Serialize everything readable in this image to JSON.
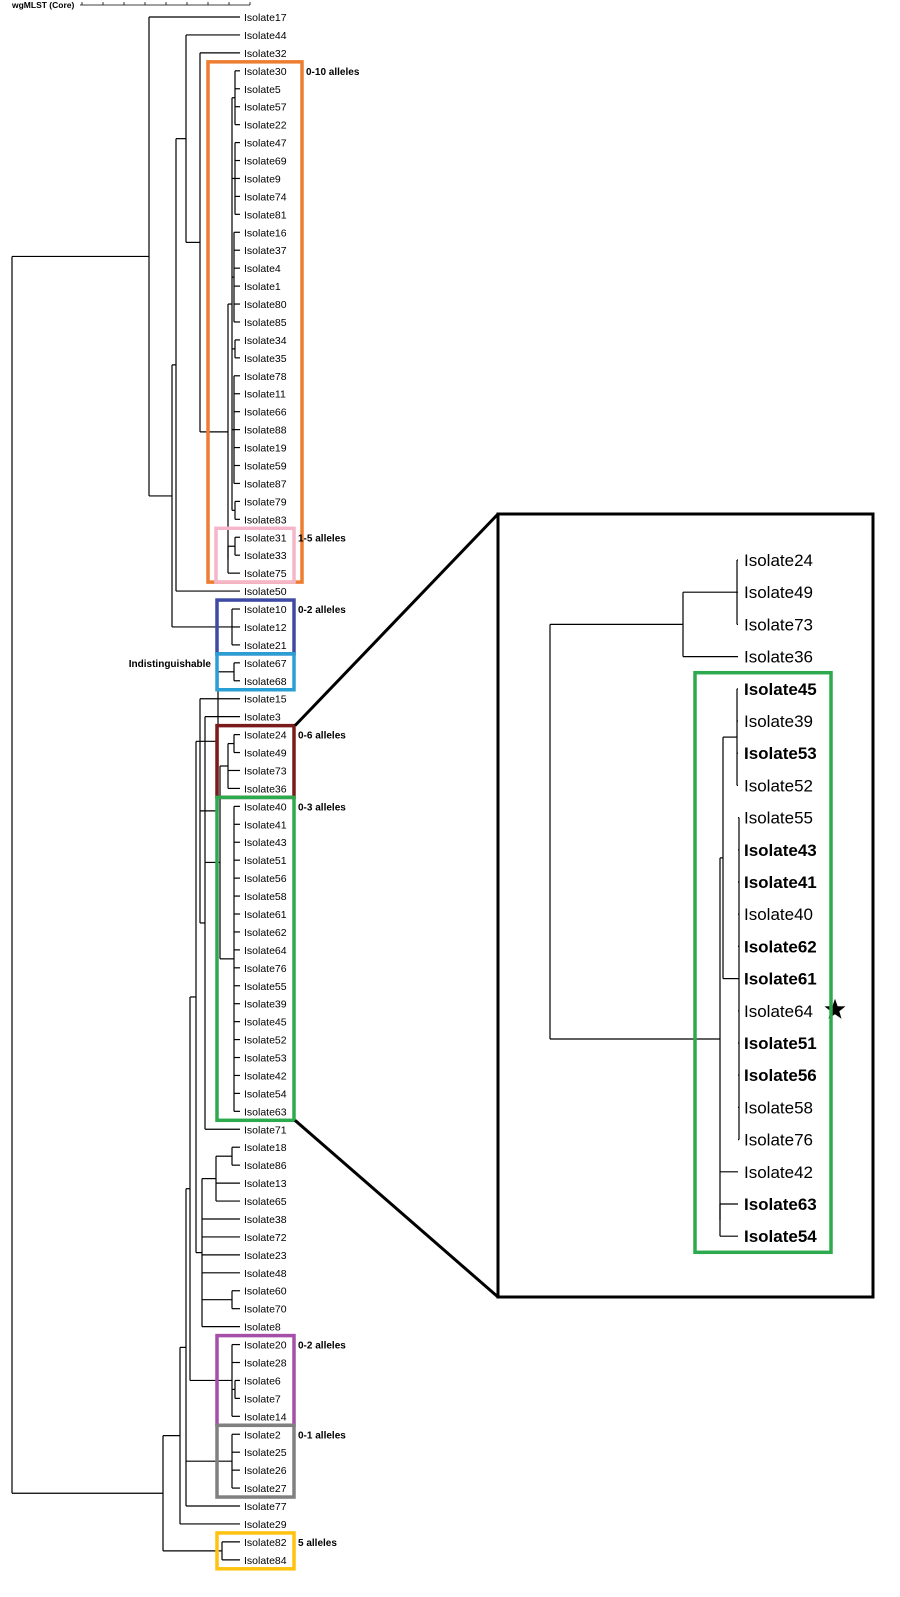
{
  "tree": {
    "title": "wgMLST (Core)",
    "leaves": [
      "Isolate17",
      "Isolate44",
      "Isolate32",
      "Isolate30",
      "Isolate5",
      "Isolate57",
      "Isolate22",
      "Isolate47",
      "Isolate69",
      "Isolate9",
      "Isolate74",
      "Isolate81",
      "Isolate16",
      "Isolate37",
      "Isolate4",
      "Isolate1",
      "Isolate80",
      "Isolate85",
      "Isolate34",
      "Isolate35",
      "Isolate78",
      "Isolate11",
      "Isolate66",
      "Isolate88",
      "Isolate19",
      "Isolate59",
      "Isolate87",
      "Isolate79",
      "Isolate83",
      "Isolate31",
      "Isolate33",
      "Isolate75",
      "Isolate50",
      "Isolate10",
      "Isolate12",
      "Isolate21",
      "Isolate67",
      "Isolate68",
      "Isolate15",
      "Isolate3",
      "Isolate24",
      "Isolate49",
      "Isolate73",
      "Isolate36",
      "Isolate40",
      "Isolate41",
      "Isolate43",
      "Isolate51",
      "Isolate56",
      "Isolate58",
      "Isolate61",
      "Isolate62",
      "Isolate64",
      "Isolate76",
      "Isolate55",
      "Isolate39",
      "Isolate45",
      "Isolate52",
      "Isolate53",
      "Isolate42",
      "Isolate54",
      "Isolate63",
      "Isolate71",
      "Isolate18",
      "Isolate86",
      "Isolate13",
      "Isolate65",
      "Isolate38",
      "Isolate72",
      "Isolate23",
      "Isolate48",
      "Isolate60",
      "Isolate70",
      "Isolate8",
      "Isolate20",
      "Isolate28",
      "Isolate6",
      "Isolate7",
      "Isolate14",
      "Isolate2",
      "Isolate25",
      "Isolate26",
      "Isolate27",
      "Isolate77",
      "Isolate29",
      "Isolate82",
      "Isolate84"
    ]
  },
  "clusters": [
    {
      "name": "orange",
      "label": "0-10 alleles",
      "color": "#ED7D31",
      "first": "Isolate30",
      "last": "Isolate75"
    },
    {
      "name": "pink",
      "label": "1-5 alleles",
      "color": "#F4B6C8",
      "first": "Isolate31",
      "last": "Isolate75"
    },
    {
      "name": "navy",
      "label": "0-2 alleles",
      "color": "#3F4AA2",
      "first": "Isolate10",
      "last": "Isolate21"
    },
    {
      "name": "lightblue",
      "label": "Indistinguishable",
      "color": "#2A9FD6",
      "first": "Isolate67",
      "last": "Isolate68"
    },
    {
      "name": "maroon",
      "label": "0-6 alleles",
      "color": "#7B1A1A",
      "first": "Isolate24",
      "last": "Isolate36"
    },
    {
      "name": "green",
      "label": "0-3 alleles",
      "color": "#2EAA4E",
      "first": "Isolate40",
      "last": "Isolate63"
    },
    {
      "name": "purple",
      "label": "0-2 alleles",
      "color": "#A44FA8",
      "first": "Isolate20",
      "last": "Isolate14"
    },
    {
      "name": "gray",
      "label": "0-1 alleles",
      "color": "#808080",
      "first": "Isolate2",
      "last": "Isolate27"
    },
    {
      "name": "yellow",
      "label": "5 alleles",
      "color": "#FFC20E",
      "first": "Isolate82",
      "last": "Isolate84"
    }
  ],
  "zoom": {
    "leaves": [
      {
        "name": "Isolate24",
        "bold": false
      },
      {
        "name": "Isolate49",
        "bold": false
      },
      {
        "name": "Isolate73",
        "bold": false
      },
      {
        "name": "Isolate36",
        "bold": false
      },
      {
        "name": "Isolate45",
        "bold": true
      },
      {
        "name": "Isolate39",
        "bold": false
      },
      {
        "name": "Isolate53",
        "bold": true
      },
      {
        "name": "Isolate52",
        "bold": false
      },
      {
        "name": "Isolate55",
        "bold": false
      },
      {
        "name": "Isolate43",
        "bold": true
      },
      {
        "name": "Isolate41",
        "bold": true
      },
      {
        "name": "Isolate40",
        "bold": false
      },
      {
        "name": "Isolate62",
        "bold": true
      },
      {
        "name": "Isolate61",
        "bold": true
      },
      {
        "name": "Isolate64",
        "bold": false,
        "star": true
      },
      {
        "name": "Isolate51",
        "bold": true
      },
      {
        "name": "Isolate56",
        "bold": true
      },
      {
        "name": "Isolate58",
        "bold": false
      },
      {
        "name": "Isolate76",
        "bold": false
      },
      {
        "name": "Isolate42",
        "bold": false
      },
      {
        "name": "Isolate63",
        "bold": true
      },
      {
        "name": "Isolate54",
        "bold": true
      }
    ],
    "box_color": "#2EAA4E",
    "star_icon": "star-icon"
  }
}
